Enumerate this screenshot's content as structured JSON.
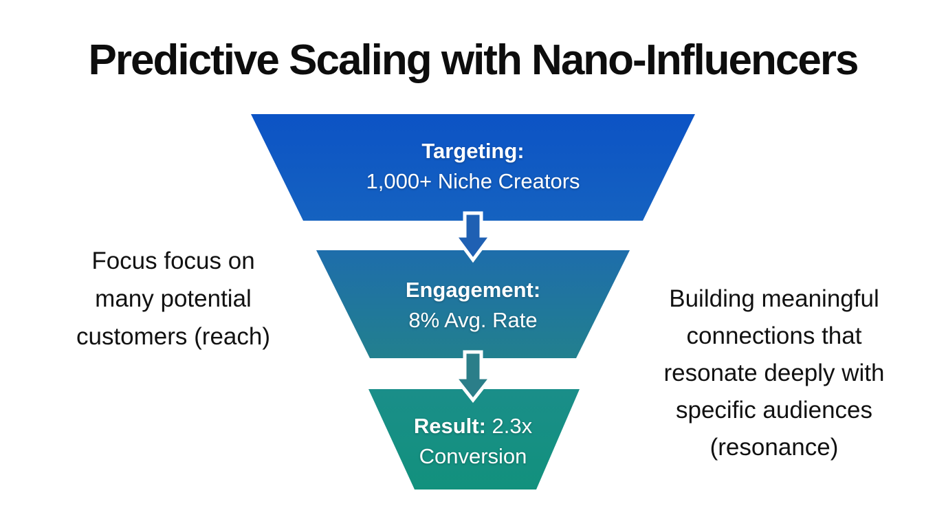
{
  "title": "Predictive Scaling with Nano-Influencers",
  "funnel": {
    "stages": [
      {
        "name": "targeting",
        "label_bold": "Targeting:",
        "label_text": "1,000+ Niche Creators",
        "color_top": "#0c53c5",
        "color_bottom": "#1562c0"
      },
      {
        "name": "engagement",
        "label_bold": "Engagement:",
        "label_text": "8% Avg. Rate",
        "color_top": "#1e6dab",
        "color_bottom": "#22808e"
      },
      {
        "name": "result",
        "label_bold": "Result:",
        "label_text": "2.3x Conversion",
        "color_top": "#1a8e89",
        "color_bottom": "#12917d"
      }
    ],
    "arrows": [
      {
        "name": "arrow-targeting-to-engagement",
        "color": "#1f60b3"
      },
      {
        "name": "arrow-engagement-to-result",
        "color": "#2b7e89"
      }
    ]
  },
  "annotations": {
    "left": {
      "lines": [
        "Focus focus on",
        "many potential",
        "customers (reach)"
      ]
    },
    "right": {
      "lines": [
        "Building meaningful",
        "connections that",
        "resonate deeply with",
        "specific audiences",
        "(resonance)"
      ]
    }
  }
}
